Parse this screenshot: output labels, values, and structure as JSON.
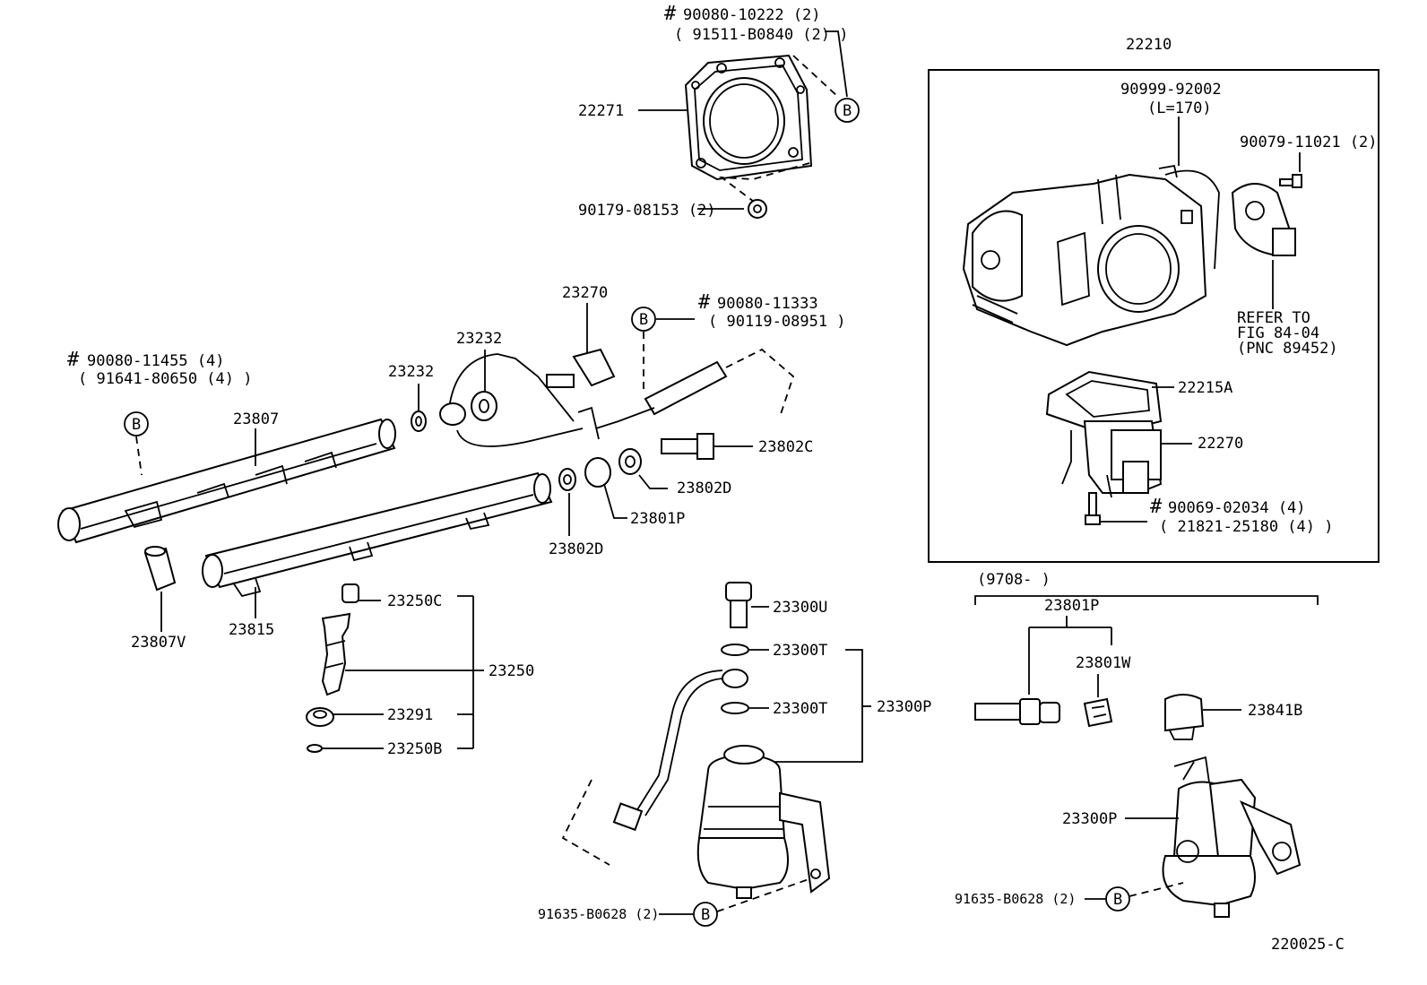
{
  "gasket": {
    "hash_symbol": "#",
    "bolt_part": "90080-10222 (2)",
    "bolt_alt": "( 91511-B0840 (2) )",
    "part": "22271",
    "screw_part": "90179-08153 (2)",
    "ref_letter": "B"
  },
  "throttle_box": {
    "title": "22210",
    "hose_part": "90999-92002",
    "hose_len": "(L=170)",
    "screw_part": "90079-11021 (2)",
    "refer_line1": "REFER TO",
    "refer_line2": "FIG 84-04",
    "refer_line3": "(PNC 89452)",
    "gasket_part": "22215A",
    "valve_part": "22270",
    "hash_symbol": "#",
    "bolt_part": "90069-02034 (4)",
    "bolt_alt": "( 21821-25180 (4) )"
  },
  "delivery_pipes": {
    "hash_symbol": "#",
    "bolt_part": "90080-11455 (4)",
    "bolt_alt": "( 91641-80650 (4) )",
    "ref_letter": "B",
    "pipe_upper": "23807",
    "pipe_lower": "23815",
    "damper": "23807V"
  },
  "fuel_lines": {
    "sensor": "23270",
    "hash_symbol": "#",
    "bolt_part": "90080-11333",
    "bolt_alt": "( 90119-08951 )",
    "ref_letter": "B",
    "tube": "23232",
    "gasket": "23232",
    "union_bolt": "23802C",
    "gasket_right": "23802D",
    "gasket_left": "23802D",
    "hose": "23801P"
  },
  "injector": {
    "cap": "23250C",
    "assy": "23250",
    "insulator": "23291",
    "oring": "23250B"
  },
  "regulator": {
    "bolt": "23300U",
    "gasket_top": "23300T",
    "gasket_bottom": "23300T",
    "assy": "23300P",
    "mount_bolt": "91635-B0628 (2)",
    "ref_letter": "B"
  },
  "later_model": {
    "date_range": "(9708-        )",
    "hose": "23801P",
    "clip": "23801W",
    "connector": "23841B",
    "regulator": "23300P",
    "mount_bolt": "91635-B0628 (2)",
    "ref_letter": "B"
  },
  "diagram_code": "220025-C"
}
